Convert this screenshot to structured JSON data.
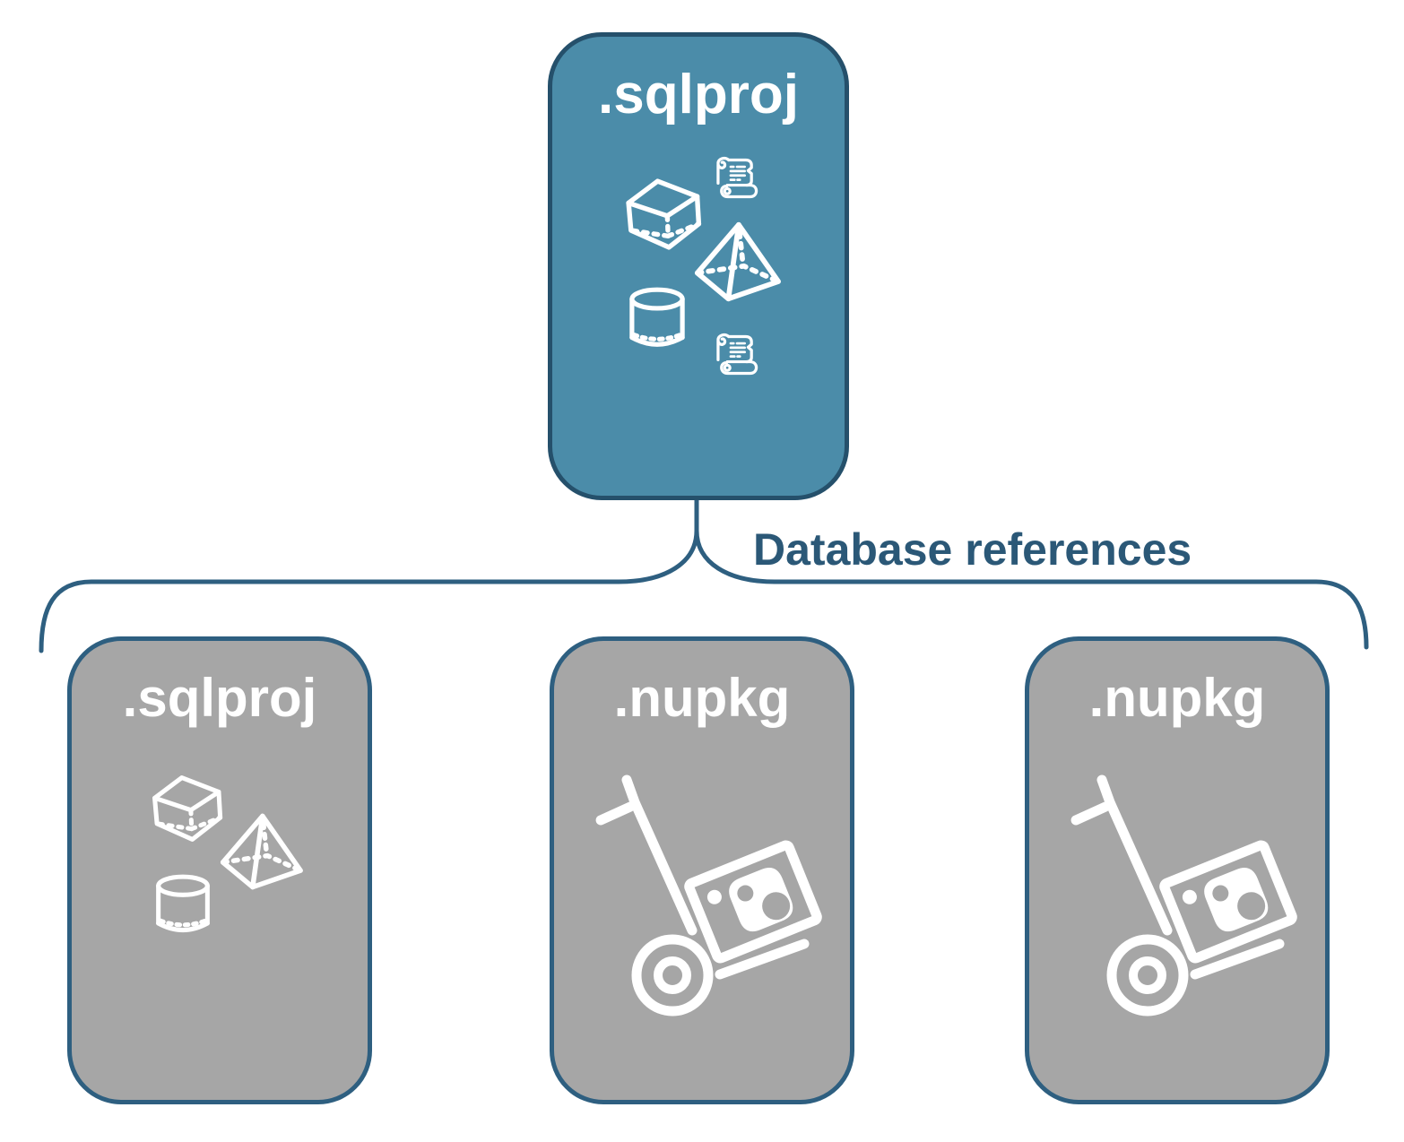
{
  "diagram": {
    "connector_label": "Database references",
    "colors": {
      "parent_card_fill": "#4B8CA9",
      "child_card_fill": "#A6A6A6",
      "card_border": "#2E5F80",
      "parent_card_border": "#25506B",
      "connector_stroke": "#2E5F80",
      "connector_label_text": "#2B5877",
      "card_title_text": "#FFFFFF",
      "icon_stroke": "#FFFFFF"
    },
    "parent_card": {
      "title": ".sqlproj",
      "icons": [
        "script-scroll-icon",
        "cube-icon",
        "pyramid-icon",
        "database-cylinder-icon",
        "script-scroll-icon"
      ]
    },
    "child_cards": [
      {
        "title": ".sqlproj",
        "icons": [
          "cube-icon",
          "pyramid-icon",
          "database-cylinder-icon"
        ]
      },
      {
        "title": ".nupkg",
        "icons": [
          "nuget-package-dolly-icon"
        ]
      },
      {
        "title": ".nupkg",
        "icons": [
          "nuget-package-dolly-icon"
        ]
      }
    ]
  }
}
